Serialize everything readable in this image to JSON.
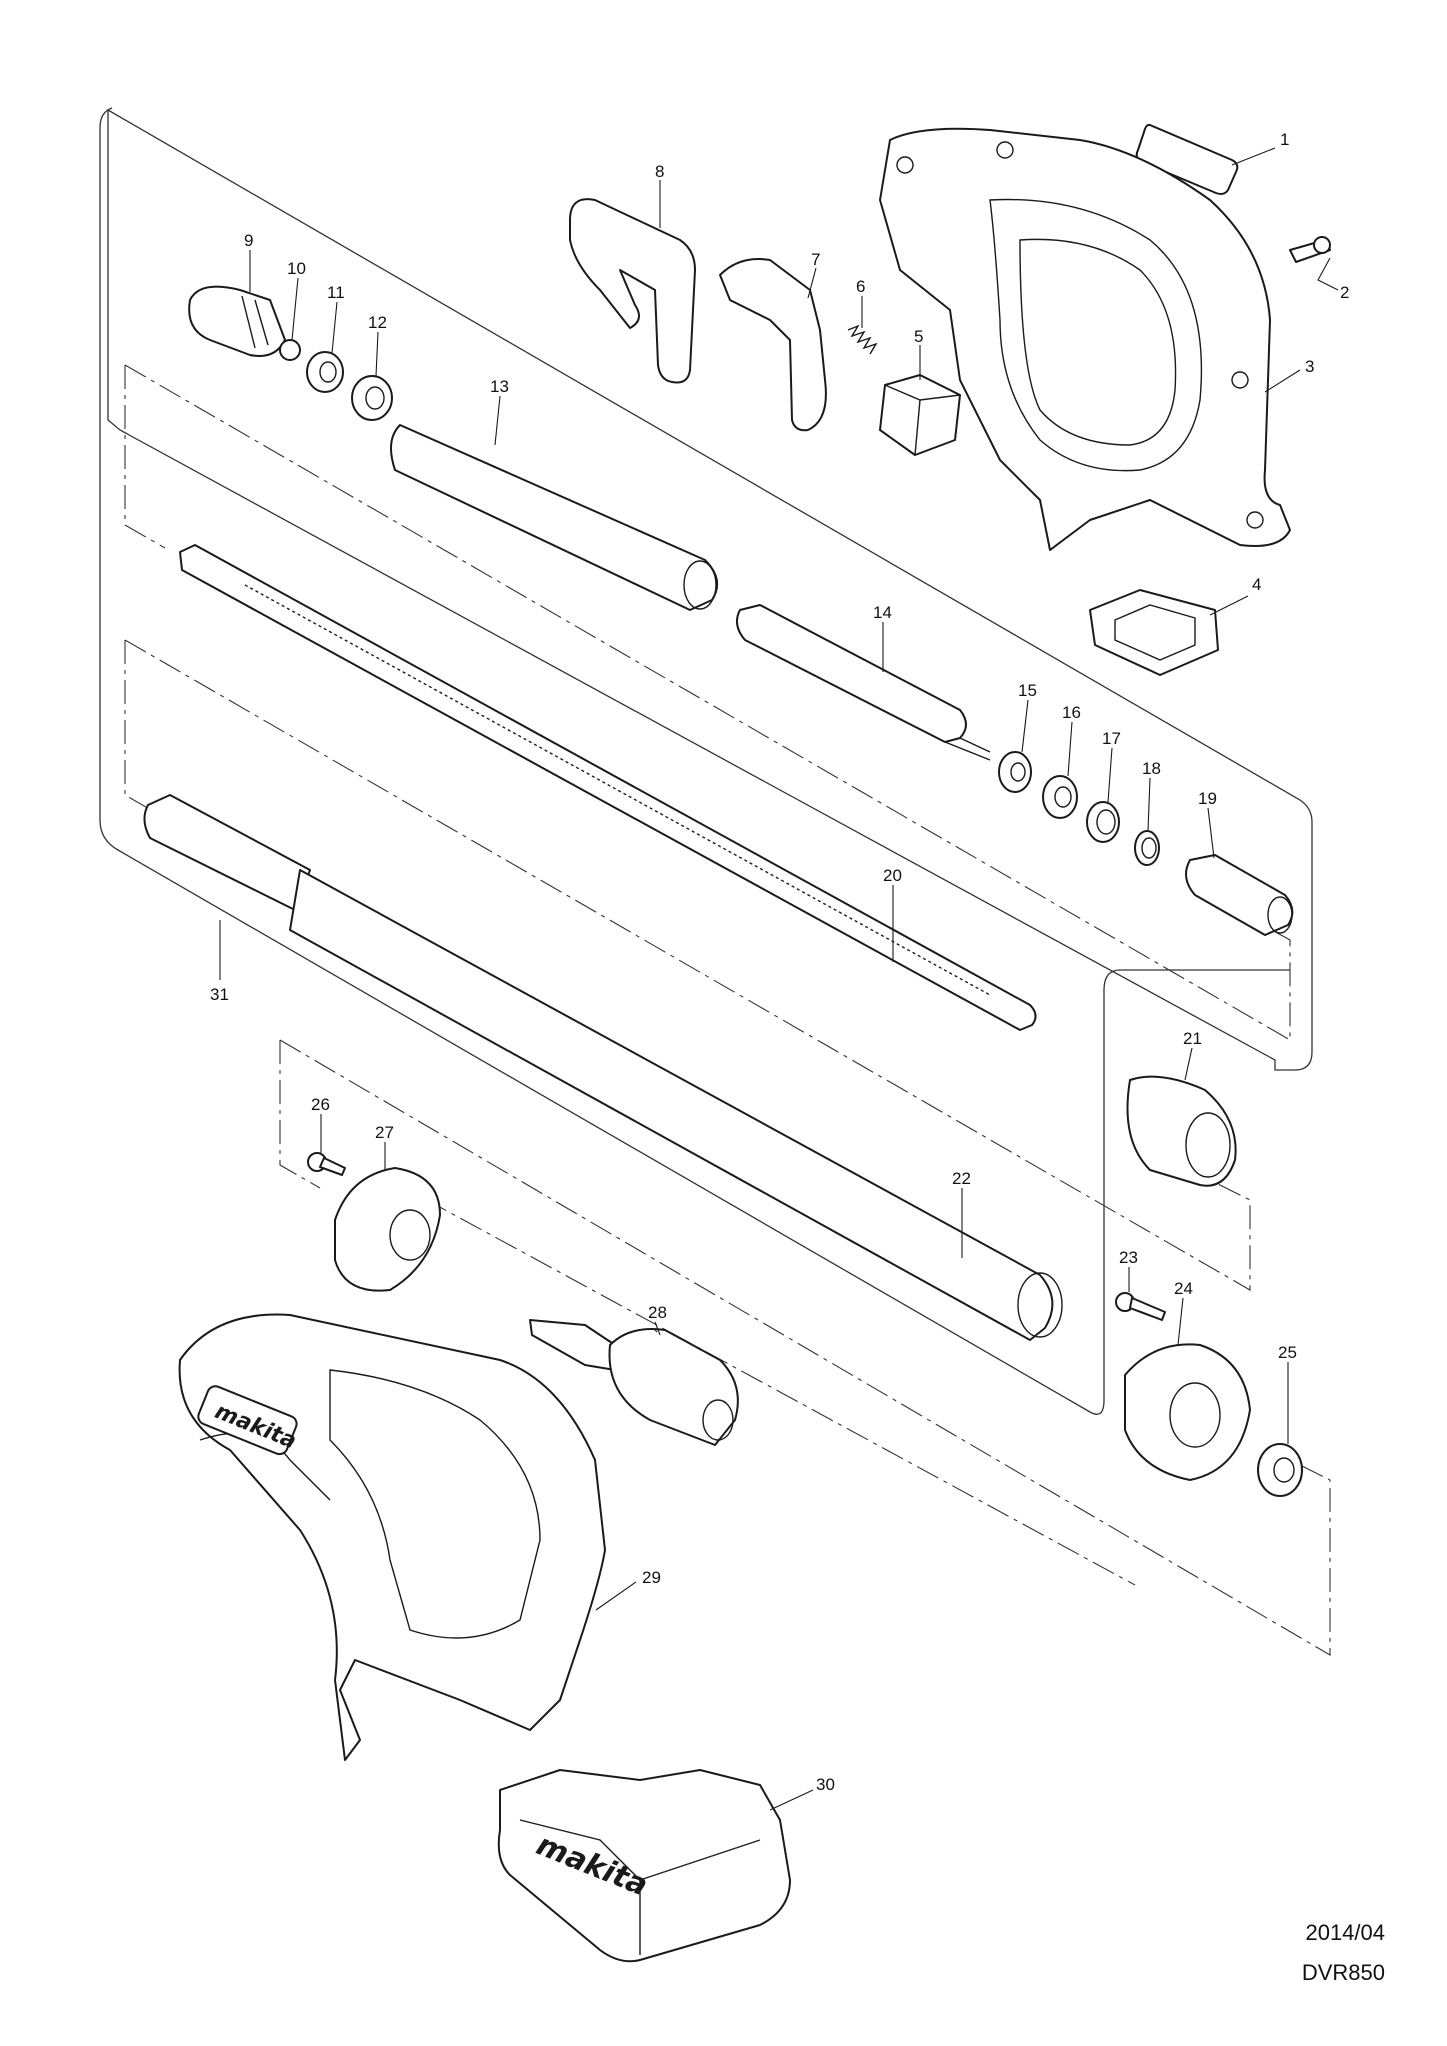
{
  "callouts": [
    "1",
    "2",
    "3",
    "4",
    "5",
    "6",
    "7",
    "8",
    "9",
    "10",
    "11",
    "12",
    "13",
    "14",
    "15",
    "16",
    "17",
    "18",
    "19",
    "20",
    "21",
    "22",
    "23",
    "24",
    "25",
    "26",
    "27",
    "28",
    "29",
    "30",
    "31"
  ],
  "brand": "makita",
  "footer": {
    "date": "2014/04",
    "model": "DVR850"
  }
}
